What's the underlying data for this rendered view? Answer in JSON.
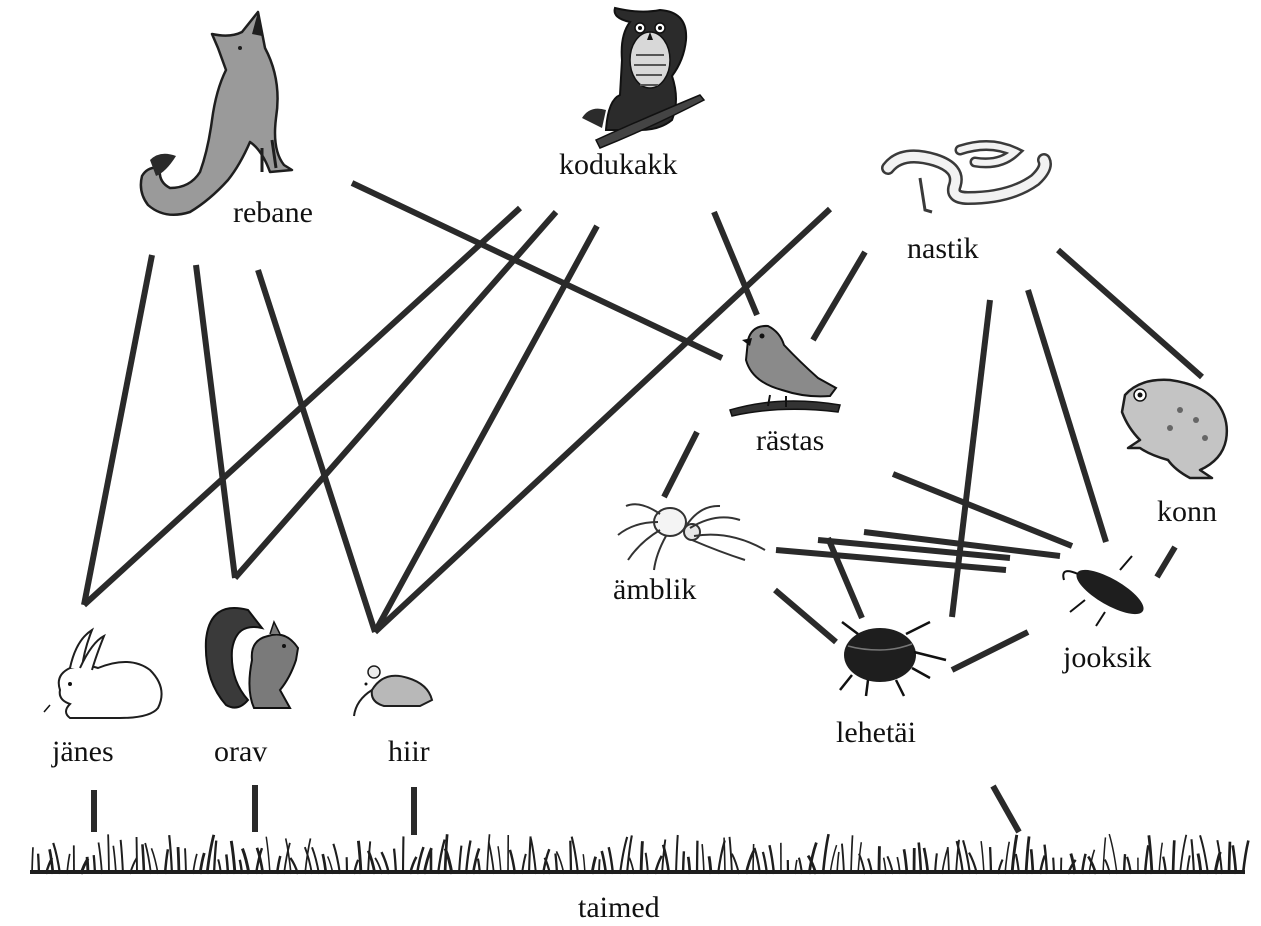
{
  "colors": {
    "ink": "#1e1e1e",
    "line": "#2a2a2a",
    "fur_gray": "#9a9a9a",
    "background": "#ffffff"
  },
  "organisms": {
    "fox": {
      "label": "rebane",
      "icon": "fox-icon"
    },
    "owl": {
      "label": "kodukakk",
      "icon": "owl-icon"
    },
    "snake": {
      "label": "nastik",
      "icon": "snake-icon"
    },
    "thrush": {
      "label": "rästas",
      "icon": "thrush-icon"
    },
    "frog": {
      "label": "konn",
      "icon": "frog-icon"
    },
    "spider": {
      "label": "ämblik",
      "icon": "spider-icon"
    },
    "ground_beetle": {
      "label": "jooksik",
      "icon": "ground-beetle-icon"
    },
    "leaf_beetle": {
      "label": "lehetäi",
      "icon": "leaf-beetle-icon"
    },
    "hare": {
      "label": "jänes",
      "icon": "hare-icon"
    },
    "squirrel": {
      "label": "orav",
      "icon": "squirrel-icon"
    },
    "mouse": {
      "label": "hiir",
      "icon": "mouse-icon"
    },
    "plants": {
      "label": "taimed",
      "icon": "grass-icon"
    }
  },
  "links": [
    {
      "from": "hare",
      "to": "fox"
    },
    {
      "from": "squirrel",
      "to": "fox"
    },
    {
      "from": "mouse",
      "to": "fox"
    },
    {
      "from": "thrush",
      "to": "fox"
    },
    {
      "from": "hare",
      "to": "owl"
    },
    {
      "from": "squirrel",
      "to": "owl"
    },
    {
      "from": "mouse",
      "to": "owl"
    },
    {
      "from": "thrush",
      "to": "owl"
    },
    {
      "from": "mouse",
      "to": "snake"
    },
    {
      "from": "thrush",
      "to": "snake"
    },
    {
      "from": "leaf_beetle",
      "to": "snake"
    },
    {
      "from": "ground_beetle",
      "to": "snake"
    },
    {
      "from": "frog",
      "to": "snake"
    },
    {
      "from": "spider",
      "to": "thrush"
    },
    {
      "from": "ground_beetle",
      "to": "frog"
    },
    {
      "from": "leaf_beetle",
      "to": "spider"
    },
    {
      "from": "ground_beetle",
      "to": "spider"
    },
    {
      "from": "leaf_beetle",
      "to": "ground_beetle"
    },
    {
      "from": "plants",
      "to": "hare"
    },
    {
      "from": "plants",
      "to": "squirrel"
    },
    {
      "from": "plants",
      "to": "mouse"
    },
    {
      "from": "plants",
      "to": "leaf_beetle"
    }
  ]
}
